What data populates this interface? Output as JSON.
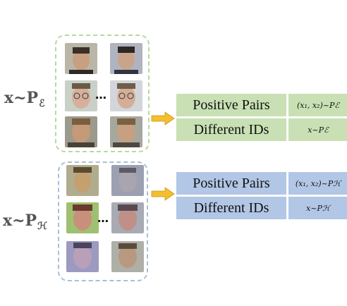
{
  "groups": {
    "e": {
      "label_main": "x~P",
      "label_sub": "ℰ",
      "ellipsis": "…",
      "faces_left": [
        "face-1",
        "face-2",
        "face-3"
      ],
      "faces_right": [
        "face-4",
        "face-5",
        "face-6"
      ]
    },
    "h": {
      "label_main": "x~P",
      "label_sub": "ℋ",
      "ellipsis": "…",
      "faces_left": [
        "face-1",
        "face-2",
        "face-3"
      ],
      "faces_right": [
        "face-4",
        "face-5",
        "face-6"
      ]
    }
  },
  "tables": {
    "e": {
      "row1_label": "Positive Pairs",
      "row1_math": "(x₁, x₂)~Pℰ",
      "row2_label": "Different IDs",
      "row2_math": "x~Pℰ"
    },
    "h": {
      "row1_label": "Positive Pairs",
      "row1_math": "(x₁, x₂)~Pℋ",
      "row2_label": "Different IDs",
      "row2_math": "x~Pℋ"
    }
  },
  "colors": {
    "green_fill": "#c8e0b4",
    "green_dash": "#b7d99c",
    "blue_fill": "#b2c6e5",
    "blue_dash": "#a9bfd9",
    "arrow": "#f4bf2c"
  }
}
